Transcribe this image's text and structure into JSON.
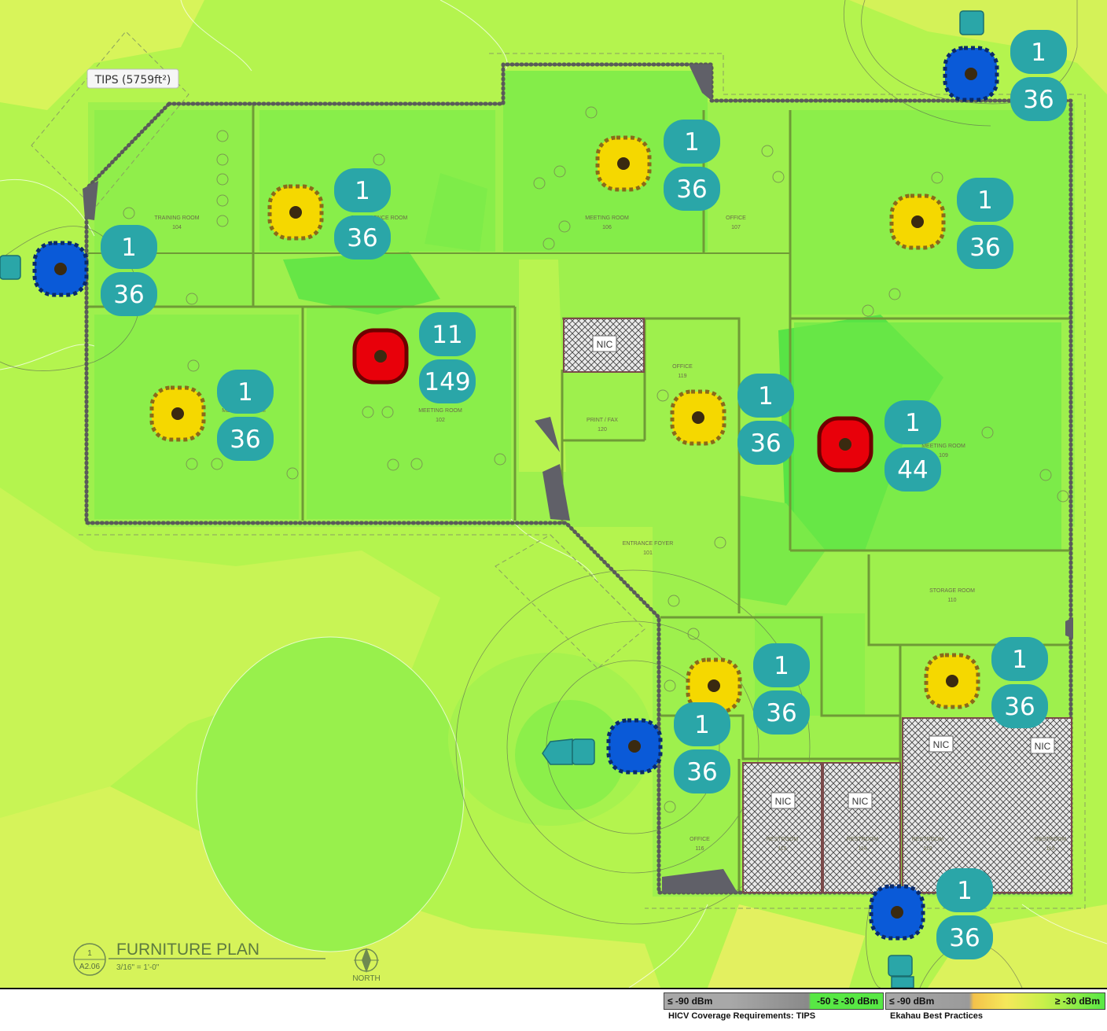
{
  "area_label": "TIPS (5759ft²)",
  "title_block": {
    "view_number": "1",
    "sheet": "A2.06",
    "title": "FURNITURE PLAN",
    "scale": "3/16\" = 1'-0\"",
    "north_label": "NORTH"
  },
  "rooms": [
    {
      "name": "TRAINING ROOM",
      "number": "104"
    },
    {
      "name": "CONFERENCE ROOM",
      "number": "105"
    },
    {
      "name": "MEETING ROOM",
      "number": "106"
    },
    {
      "name": "OFFICE",
      "number": "107"
    },
    {
      "name": "MEETING ROOM",
      "number": "103"
    },
    {
      "name": "MEETING ROOM",
      "number": "102"
    },
    {
      "name": "OFFICE",
      "number": "119"
    },
    {
      "name": "PRINT / FAX",
      "number": "120"
    },
    {
      "name": "MEETING ROOM",
      "number": "109"
    },
    {
      "name": "ENTRANCE FOYER",
      "number": "101"
    },
    {
      "name": "STORAGE ROOM",
      "number": "110"
    },
    {
      "name": "OFFICE",
      "number": "116"
    },
    {
      "name": "RESTROOM",
      "number": "115"
    },
    {
      "name": "RESTROOM",
      "number": "114"
    },
    {
      "name": "RESTROOM",
      "number": "112"
    },
    {
      "name": "RESTROOM",
      "number": "113"
    }
  ],
  "nic_label": "NIC",
  "access_points": [
    {
      "color": "yellow",
      "top": "1",
      "bottom": "36"
    },
    {
      "color": "yellow",
      "top": "1",
      "bottom": "36"
    },
    {
      "color": "yellow",
      "top": "1",
      "bottom": "36"
    },
    {
      "color": "yellow",
      "top": "1",
      "bottom": "36"
    },
    {
      "color": "red",
      "top": "11",
      "bottom": "149"
    },
    {
      "color": "yellow",
      "top": "1",
      "bottom": "36"
    },
    {
      "color": "red",
      "top": "1",
      "bottom": "44"
    },
    {
      "color": "yellow",
      "top": "1",
      "bottom": "36"
    },
    {
      "color": "yellow",
      "top": "1",
      "bottom": "36"
    },
    {
      "color": "blue",
      "top": "1",
      "bottom": "36"
    },
    {
      "color": "blue",
      "top": "1",
      "bottom": "36"
    },
    {
      "color": "blue",
      "top": "1",
      "bottom": "36"
    },
    {
      "color": "blue",
      "top": "1",
      "bottom": "36"
    }
  ],
  "legend": {
    "hicv": {
      "low": "≤ -90 dBm",
      "high": "-50  ≥ -30 dBm",
      "caption": "HICV Coverage Requirements: TIPS"
    },
    "ekahau": {
      "low": "≤ -90 dBm",
      "high": "≥ -30 dBm",
      "caption": "Ekahau Best Practices"
    }
  },
  "colors": {
    "heat_strong": "#5fe84a",
    "heat_good": "#8ef24a",
    "heat_mid": "#b8f650",
    "heat_weak": "#e3f25a",
    "ap_yellow": "#f5d800",
    "ap_red": "#e8000a",
    "ap_blue": "#0a5ad8",
    "pill": "#2aa6a8"
  }
}
